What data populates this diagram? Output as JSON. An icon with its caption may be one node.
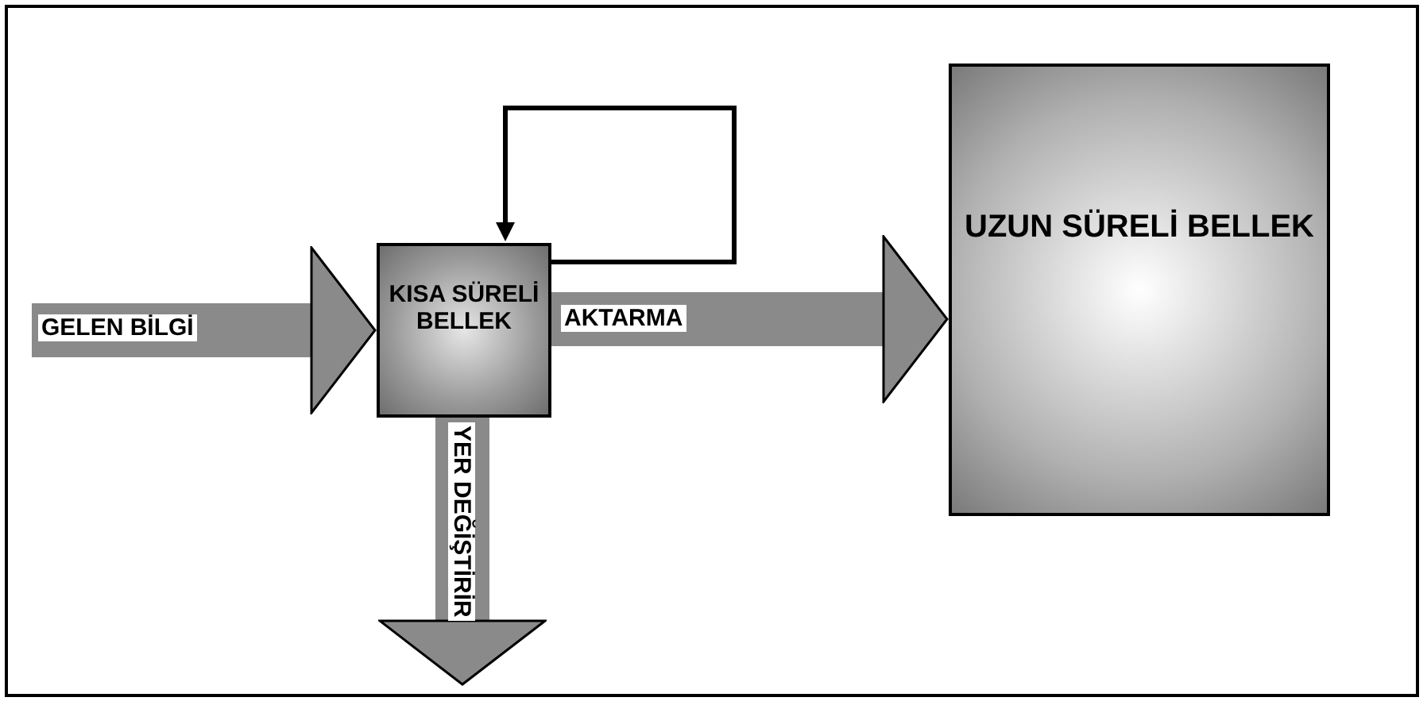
{
  "diagram": {
    "nodes": [
      {
        "text": [
          "KISA SÜRELİ BELLEK"
        ]
      },
      {
        "text": [
          "UZUN SÜRELİ BELLEK"
        ]
      }
    ],
    "edges": [
      {
        "from": null,
        "to": 0,
        "arrow": "to",
        "label": "GELEN BİLGİ"
      },
      {
        "from": 0,
        "to": 1,
        "arrow": "to",
        "label": "AKTARMA"
      },
      {
        "from": 0,
        "to": null,
        "arrow": "to",
        "label": "YER DEĞİŞTİRİR"
      },
      {
        "from": 0,
        "to": 0,
        "arrow": "to",
        "color": "#000000"
      }
    ]
  }
}
